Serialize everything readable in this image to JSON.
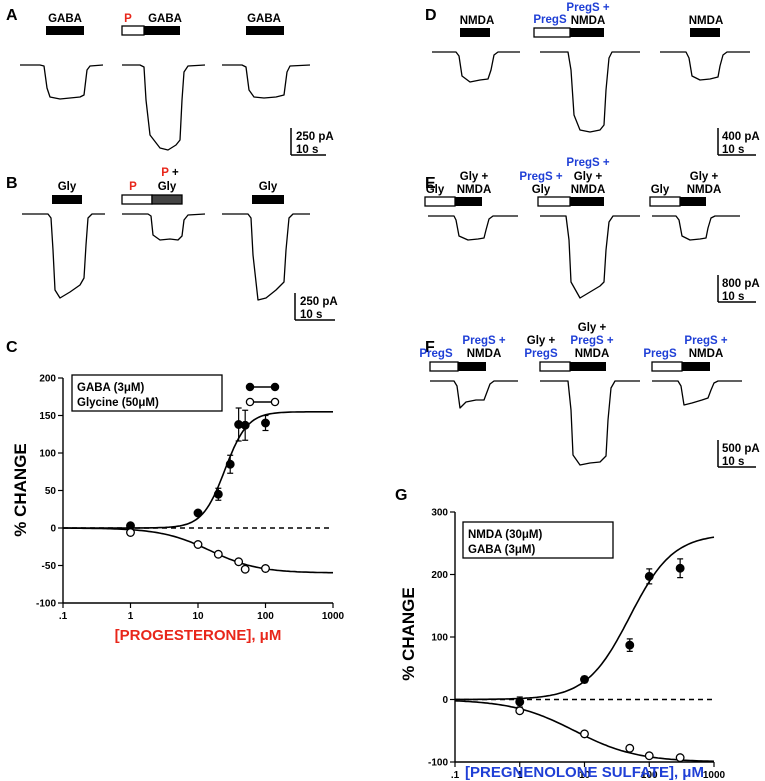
{
  "colors": {
    "red": "#e8261a",
    "blue": "#1f3fd6",
    "black": "#000000"
  },
  "panels": {
    "A": {
      "letter": "A",
      "labels": [
        "GABA",
        "P",
        "GABA",
        "GABA"
      ],
      "scale": [
        "250 pA",
        "10 s"
      ]
    },
    "B": {
      "letter": "B",
      "labels": [
        "Gly",
        "P",
        "P +",
        "Gly",
        "Gly"
      ],
      "scale": [
        "250 pA",
        "10 s"
      ]
    },
    "D": {
      "letter": "D",
      "labels": [
        "NMDA",
        "PregS",
        "PregS +",
        "NMDA",
        "NMDA"
      ],
      "scale": [
        "400 pA",
        "10 s"
      ]
    },
    "E": {
      "letter": "E",
      "labels": [
        "Gly",
        "Gly +",
        "NMDA",
        "PregS +",
        "Gly",
        "PregS +",
        "Gly +",
        "NMDA",
        "Gly",
        "Gly +",
        "NMDA"
      ],
      "scale": [
        "800 pA",
        "10 s"
      ]
    },
    "F": {
      "letter": "F",
      "labels": [
        "PregS",
        "PregS +",
        "NMDA",
        "Gly +",
        "PregS",
        "Gly +",
        "PregS +",
        "NMDA",
        "PregS",
        "PregS +",
        "NMDA"
      ],
      "scale": [
        "500 pA",
        "10 s"
      ]
    }
  },
  "chart_data": [
    {
      "panel": "C",
      "type": "scatter",
      "title": "",
      "xlabel": "[PROGESTERONE], μM",
      "ylabel": "% CHANGE",
      "x_scale": "log",
      "xlim": [
        0.1,
        1000
      ],
      "ylim": [
        -100,
        200
      ],
      "x_ticks": [
        ".1",
        "1",
        "10",
        "100",
        "1000"
      ],
      "y_ticks": [
        "-100",
        "-50",
        "0",
        "50",
        "100",
        "150",
        "200"
      ],
      "legend_position": "top-left",
      "zero_line": "dashed",
      "series": [
        {
          "name": "GABA (3μM)",
          "marker": "filled",
          "x": [
            1,
            10,
            20,
            30,
            40,
            50,
            100
          ],
          "y": [
            3,
            20,
            45,
            85,
            138,
            137,
            140
          ],
          "err": [
            0,
            3,
            8,
            12,
            22,
            20,
            10
          ],
          "fit": {
            "bottom": 0,
            "top": 155,
            "ec50": 25,
            "hill": 2.6
          }
        },
        {
          "name": "Glycine (50μM)",
          "marker": "open",
          "x": [
            1,
            10,
            20,
            40,
            50,
            100
          ],
          "y": [
            -6,
            -22,
            -35,
            -45,
            -55,
            -54
          ],
          "err": [
            0,
            0,
            0,
            0,
            0,
            0
          ],
          "fit": {
            "bottom": 0,
            "top": -60,
            "ec50": 15,
            "hill": 1.2
          }
        }
      ]
    },
    {
      "panel": "G",
      "type": "scatter",
      "title": "",
      "xlabel": "[PREGNENOLONE SULFATE], μM",
      "ylabel": "% CHANGE",
      "x_scale": "log",
      "xlim": [
        0.1,
        1000
      ],
      "ylim": [
        -100,
        300
      ],
      "x_ticks": [
        ".1",
        "1",
        "10",
        "100",
        "1000"
      ],
      "y_ticks": [
        "-100",
        "0",
        "100",
        "200",
        "300"
      ],
      "legend_position": "top-left",
      "zero_line": "dashed",
      "series": [
        {
          "name": "NMDA (30μM)",
          "marker": "filled",
          "x": [
            1,
            10,
            50,
            100,
            300
          ],
          "y": [
            -4,
            32,
            87,
            197,
            210
          ],
          "err": [
            8,
            5,
            10,
            12,
            15
          ],
          "fit": {
            "bottom": 0,
            "top": 265,
            "ec50": 50,
            "hill": 1.3
          }
        },
        {
          "name": "GABA (3μM)",
          "marker": "open",
          "x": [
            1,
            10,
            50,
            100,
            300
          ],
          "y": [
            -18,
            -55,
            -78,
            -90,
            -93
          ],
          "err": [
            0,
            0,
            0,
            0,
            0
          ],
          "fit": {
            "bottom": 0,
            "top": -100,
            "ec50": 7,
            "hill": 0.9
          }
        }
      ]
    }
  ]
}
